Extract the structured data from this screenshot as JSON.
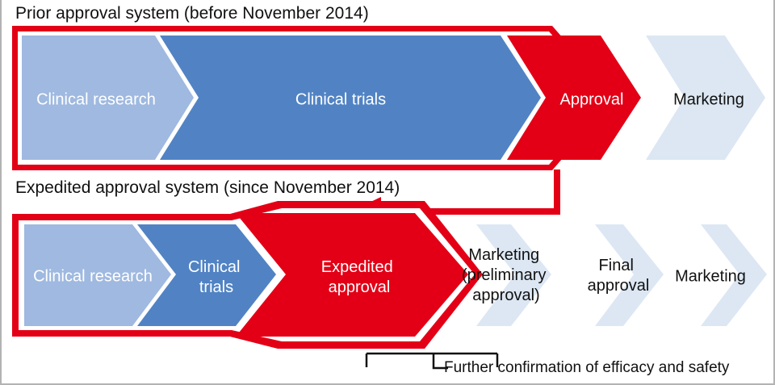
{
  "diagram": {
    "title_row1": "Prior approval system (before November 2014)",
    "title_row2": "Expedited approval system (since November 2014)",
    "caption": "Further confirmation of efficacy and safety",
    "colors": {
      "light_blue": "#9fb9e0",
      "medium_blue": "#5183c4",
      "pale_blue": "#dce7f3",
      "red": "#e30016",
      "white": "#ffffff",
      "text_dark": "#111111",
      "frame_gray": "#b3b3b3"
    },
    "row1": {
      "name": "prior-approval-system",
      "stages": [
        {
          "id": "clinical-research",
          "label": "Clinical research",
          "fill": "light_blue",
          "text": "white",
          "highlight": false
        },
        {
          "id": "clinical-trials",
          "label": "Clinical trials",
          "fill": "medium_blue",
          "text": "white",
          "highlight": false
        },
        {
          "id": "approval",
          "label": "Approval",
          "fill": "red",
          "text": "white",
          "highlight": true
        },
        {
          "id": "marketing",
          "label": "Marketing",
          "fill": "pale_blue",
          "text": "dark",
          "highlight": false
        }
      ]
    },
    "row2": {
      "name": "expedited-approval-system",
      "stages": [
        {
          "id": "clinical-research",
          "label": "Clinical research",
          "fill": "light_blue",
          "text": "white",
          "highlight": false
        },
        {
          "id": "clinical-trials",
          "label": "Clinical\ntrials",
          "fill": "medium_blue",
          "text": "white",
          "highlight": false
        },
        {
          "id": "expedited-approval",
          "label": "Expedited\napproval",
          "fill": "red",
          "text": "white",
          "highlight": true
        },
        {
          "id": "marketing-preliminary",
          "label": "Marketing\n(preliminary\napproval)",
          "fill": "pale_blue",
          "text": "dark",
          "highlight": false
        },
        {
          "id": "final-approval",
          "label": "Final\napproval",
          "fill": "pale_blue",
          "text": "dark",
          "highlight": false
        },
        {
          "id": "marketing",
          "label": "Marketing",
          "fill": "pale_blue",
          "text": "dark",
          "highlight": false
        }
      ]
    },
    "connector": {
      "id": "approval-to-expedited-approval",
      "description": "red arrow from prior Approval stage down-left to Expedited approval stage"
    },
    "bracket": {
      "id": "further-confirmation-bracket",
      "spans": [
        "marketing-preliminary"
      ]
    }
  }
}
